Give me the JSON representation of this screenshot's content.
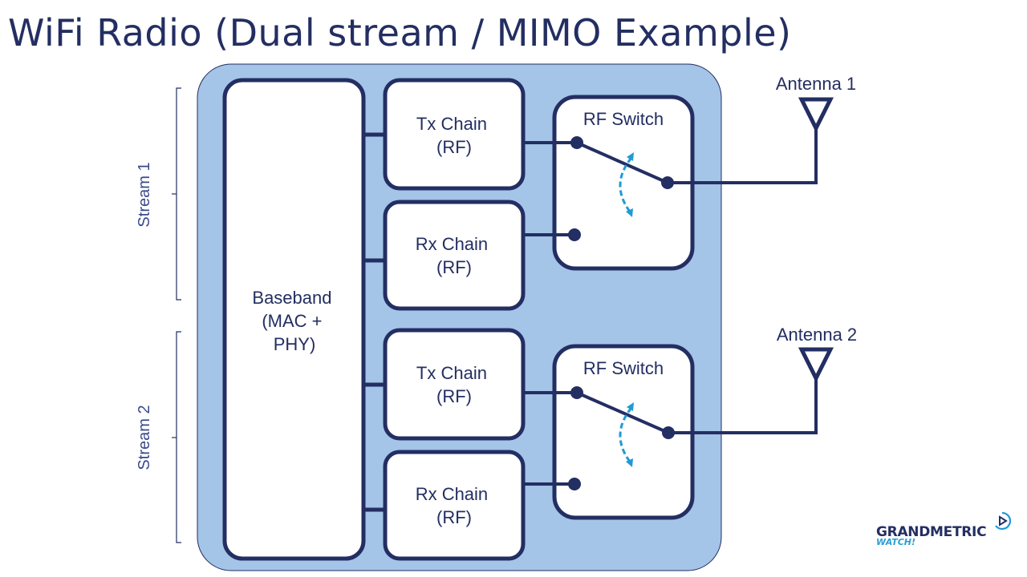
{
  "title": "WiFi Radio (Dual stream / MIMO Example)",
  "colors": {
    "navy": "#232e62",
    "panel": "#a4c4e8",
    "accent": "#1f9ad6"
  },
  "baseband": {
    "line1": "Baseband",
    "line2": "(MAC +",
    "line3": "PHY)"
  },
  "streams": [
    {
      "label": "Stream 1",
      "tx": {
        "line1": "Tx Chain",
        "line2": "(RF)"
      },
      "rx": {
        "line1": "Rx Chain",
        "line2": "(RF)"
      },
      "switch_label": "RF Switch",
      "antenna_label": "Antenna 1"
    },
    {
      "label": "Stream 2",
      "tx": {
        "line1": "Tx Chain",
        "line2": "(RF)"
      },
      "rx": {
        "line1": "Rx Chain",
        "line2": "(RF)"
      },
      "switch_label": "RF Switch",
      "antenna_label": "Antenna 2"
    }
  ],
  "logo": {
    "name": "GRANDMETRIC",
    "sub": "WATCH!",
    "icon": "play-icon"
  }
}
